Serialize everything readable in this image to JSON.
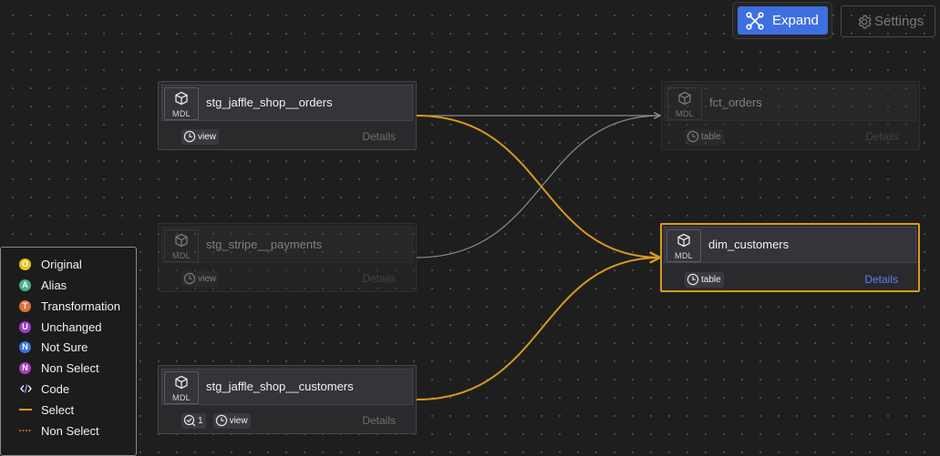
{
  "toolbar": {
    "expand_label": "Expand",
    "settings_label": "Settings"
  },
  "nodes": [
    {
      "id": "stg_jaffle_shop__orders",
      "badge": "MDL",
      "title": "stg_jaffle_shop__orders",
      "materialization": "view",
      "details_label": "Details",
      "state": "normal"
    },
    {
      "id": "stg_stripe__payments",
      "badge": "MDL",
      "title": "stg_stripe__payments",
      "materialization": "view",
      "details_label": "Details",
      "state": "dimmed"
    },
    {
      "id": "stg_jaffle_shop__customers",
      "badge": "MDL",
      "title": "stg_jaffle_shop__customers",
      "tests_count": "1",
      "materialization": "view",
      "details_label": "Details",
      "state": "normal"
    },
    {
      "id": "fct_orders",
      "badge": "MDL",
      "title": "fct_orders",
      "materialization": "table",
      "details_label": "Details",
      "state": "dimmed"
    },
    {
      "id": "dim_customers",
      "badge": "MDL",
      "title": "dim_customers",
      "materialization": "table",
      "details_label": "Details",
      "state": "selected"
    }
  ],
  "edges": [
    {
      "from": "stg_jaffle_shop__orders",
      "to": "fct_orders",
      "style": "dimmed"
    },
    {
      "from": "stg_stripe__payments",
      "to": "fct_orders",
      "style": "dimmed"
    },
    {
      "from": "stg_jaffle_shop__orders",
      "to": "dim_customers",
      "style": "select"
    },
    {
      "from": "stg_jaffle_shop__customers",
      "to": "dim_customers",
      "style": "select"
    }
  ],
  "legend": {
    "items": [
      {
        "letter": "O",
        "label": "Original",
        "color": "#e8c21c"
      },
      {
        "letter": "A",
        "label": "Alias",
        "color": "#45b48a"
      },
      {
        "letter": "T",
        "label": "Transformation",
        "color": "#e0703a"
      },
      {
        "letter": "U",
        "label": "Unchanged",
        "color": "#9c3ec9"
      },
      {
        "letter": "N",
        "label": "Not Sure",
        "color": "#3c72e6"
      },
      {
        "letter": "N",
        "label": "Non Select",
        "color": "#a83fbf"
      },
      {
        "icon": "code-icon",
        "label": "Code"
      },
      {
        "icon": "solid-line",
        "label": "Select",
        "color": "#d89a1d"
      },
      {
        "icon": "dashed-line",
        "label": "Non Select",
        "color": "#d89a1d"
      }
    ]
  },
  "colors": {
    "select_edge": "#d89a1d",
    "dimmed_edge": "#8a8a92",
    "accent_button": "#3e6fe0",
    "details_link": "#5b7ff0"
  }
}
